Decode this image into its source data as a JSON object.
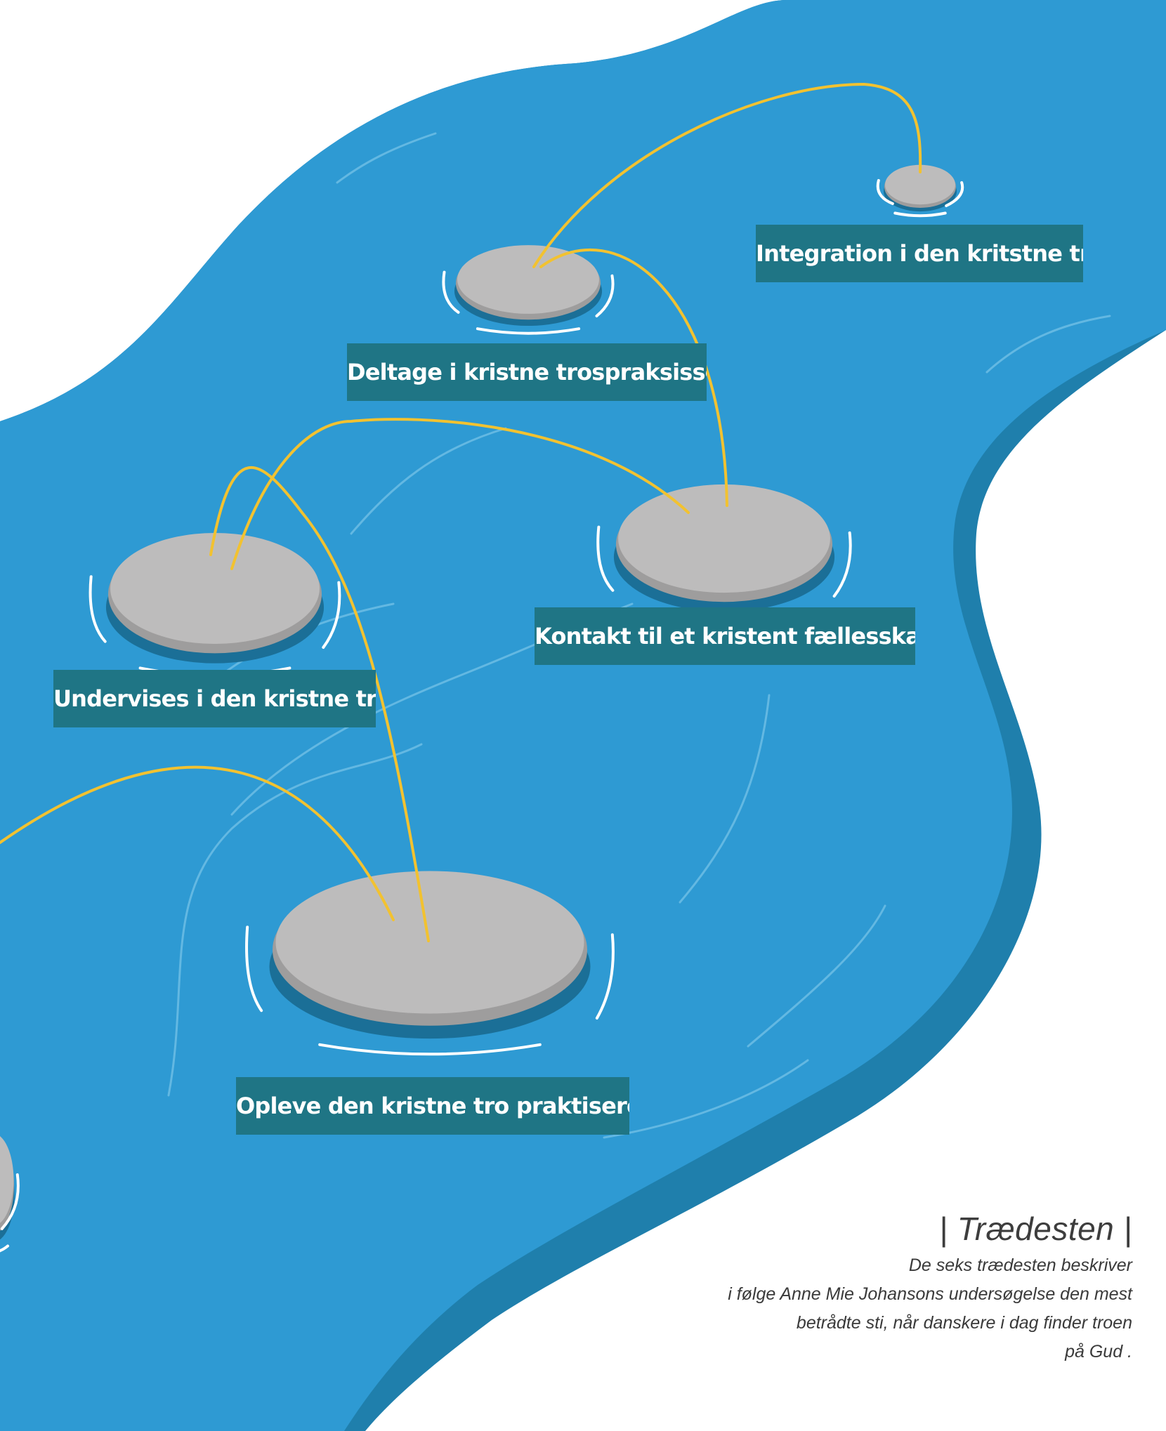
{
  "colors": {
    "water": "#2e9ad3",
    "water_deep": "#1f7fac",
    "ripple": "#8fd1ef",
    "stone": "#bdbcbc",
    "stone_shadow": "#1b6f97",
    "path": "#f2c230",
    "label_bg": "#1f7585",
    "label_text": "#ffffff"
  },
  "steps": [
    {
      "label": "Opleve den kristne tro praktiseret"
    },
    {
      "label": "Undervises i den kristne tro"
    },
    {
      "label": "Kontakt til et kristent fællesskab"
    },
    {
      "label": "Deltage i kristne trospraksisser"
    },
    {
      "label": "Integration i den kritstne tro"
    }
  ],
  "caption": {
    "title": "| Trædesten |",
    "lines": [
      "De seks trædesten beskriver",
      "i følge Anne Mie Johansons undersøgelse den mest",
      "betrådte sti, når danskere i dag finder troen",
      "på Gud ."
    ]
  }
}
